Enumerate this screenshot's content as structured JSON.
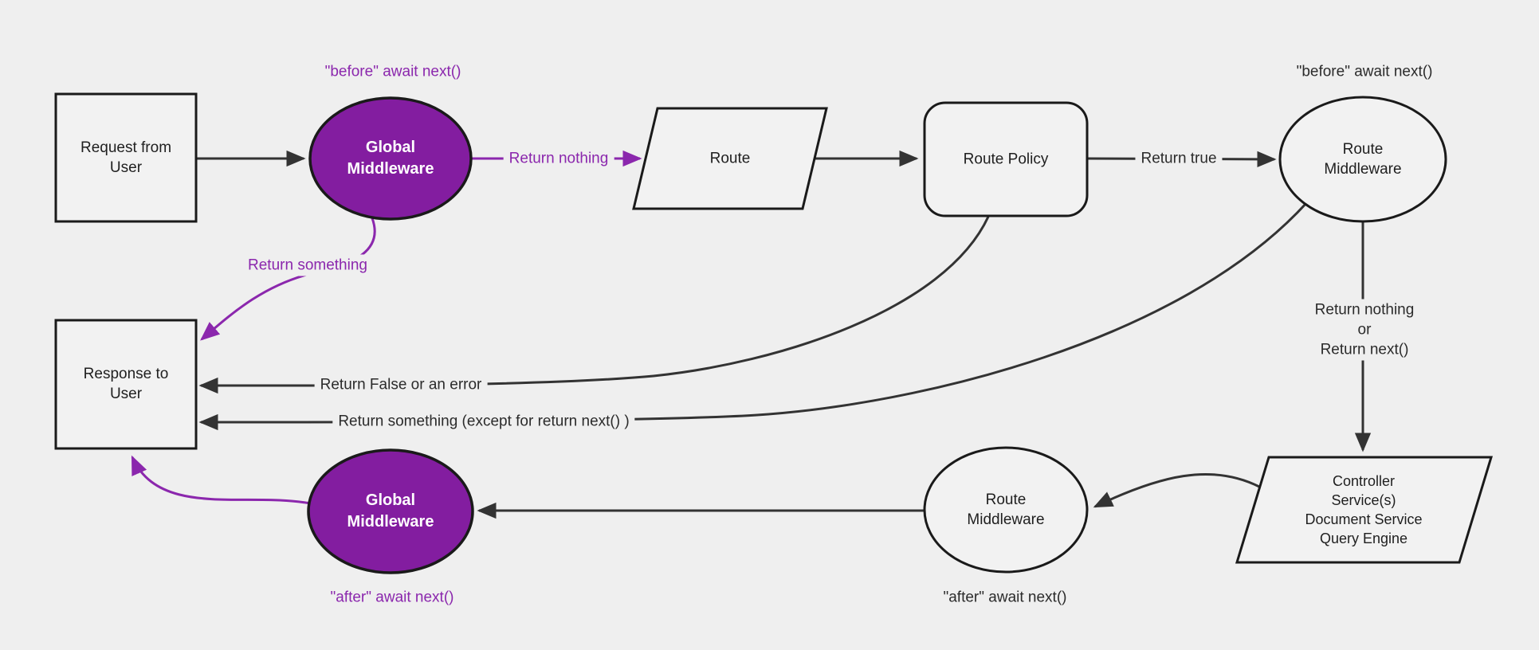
{
  "diagram": {
    "title_hint": "request-lifecycle-middleware-flowchart",
    "colors": {
      "background": "#efefef",
      "node_fill": "#f2f2f2",
      "node_border": "#1a1a1a",
      "line": "#333333",
      "purple_fill": "#831da0",
      "purple_accent": "#8b27ad",
      "white_text": "#ffffff"
    },
    "nodes": {
      "request": "Request from\nUser",
      "global_mw_top": "Global\nMiddleware",
      "route": "Route",
      "route_policy": "Route Policy",
      "route_mw_top": "Route\nMiddleware",
      "controller": "Controller\nService(s)\nDocument Service\nQuery Engine",
      "route_mw_bottom": "Route\nMiddleware",
      "global_mw_bottom": "Global\nMiddleware",
      "response": "Response to\nUser"
    },
    "labels": {
      "before_global": "\"before\" await next()",
      "before_route_mw": "\"before\" await next()",
      "return_nothing": "Return nothing",
      "return_true": "Return true",
      "return_something": "Return something",
      "return_nothing_or_next": "Return nothing\nor\nReturn next()",
      "return_false_or_error": "Return False or an error",
      "return_something_except": "Return something (except for return next() )",
      "after_global": "\"after\" await next()",
      "after_route_mw": "\"after\" await next()"
    }
  }
}
